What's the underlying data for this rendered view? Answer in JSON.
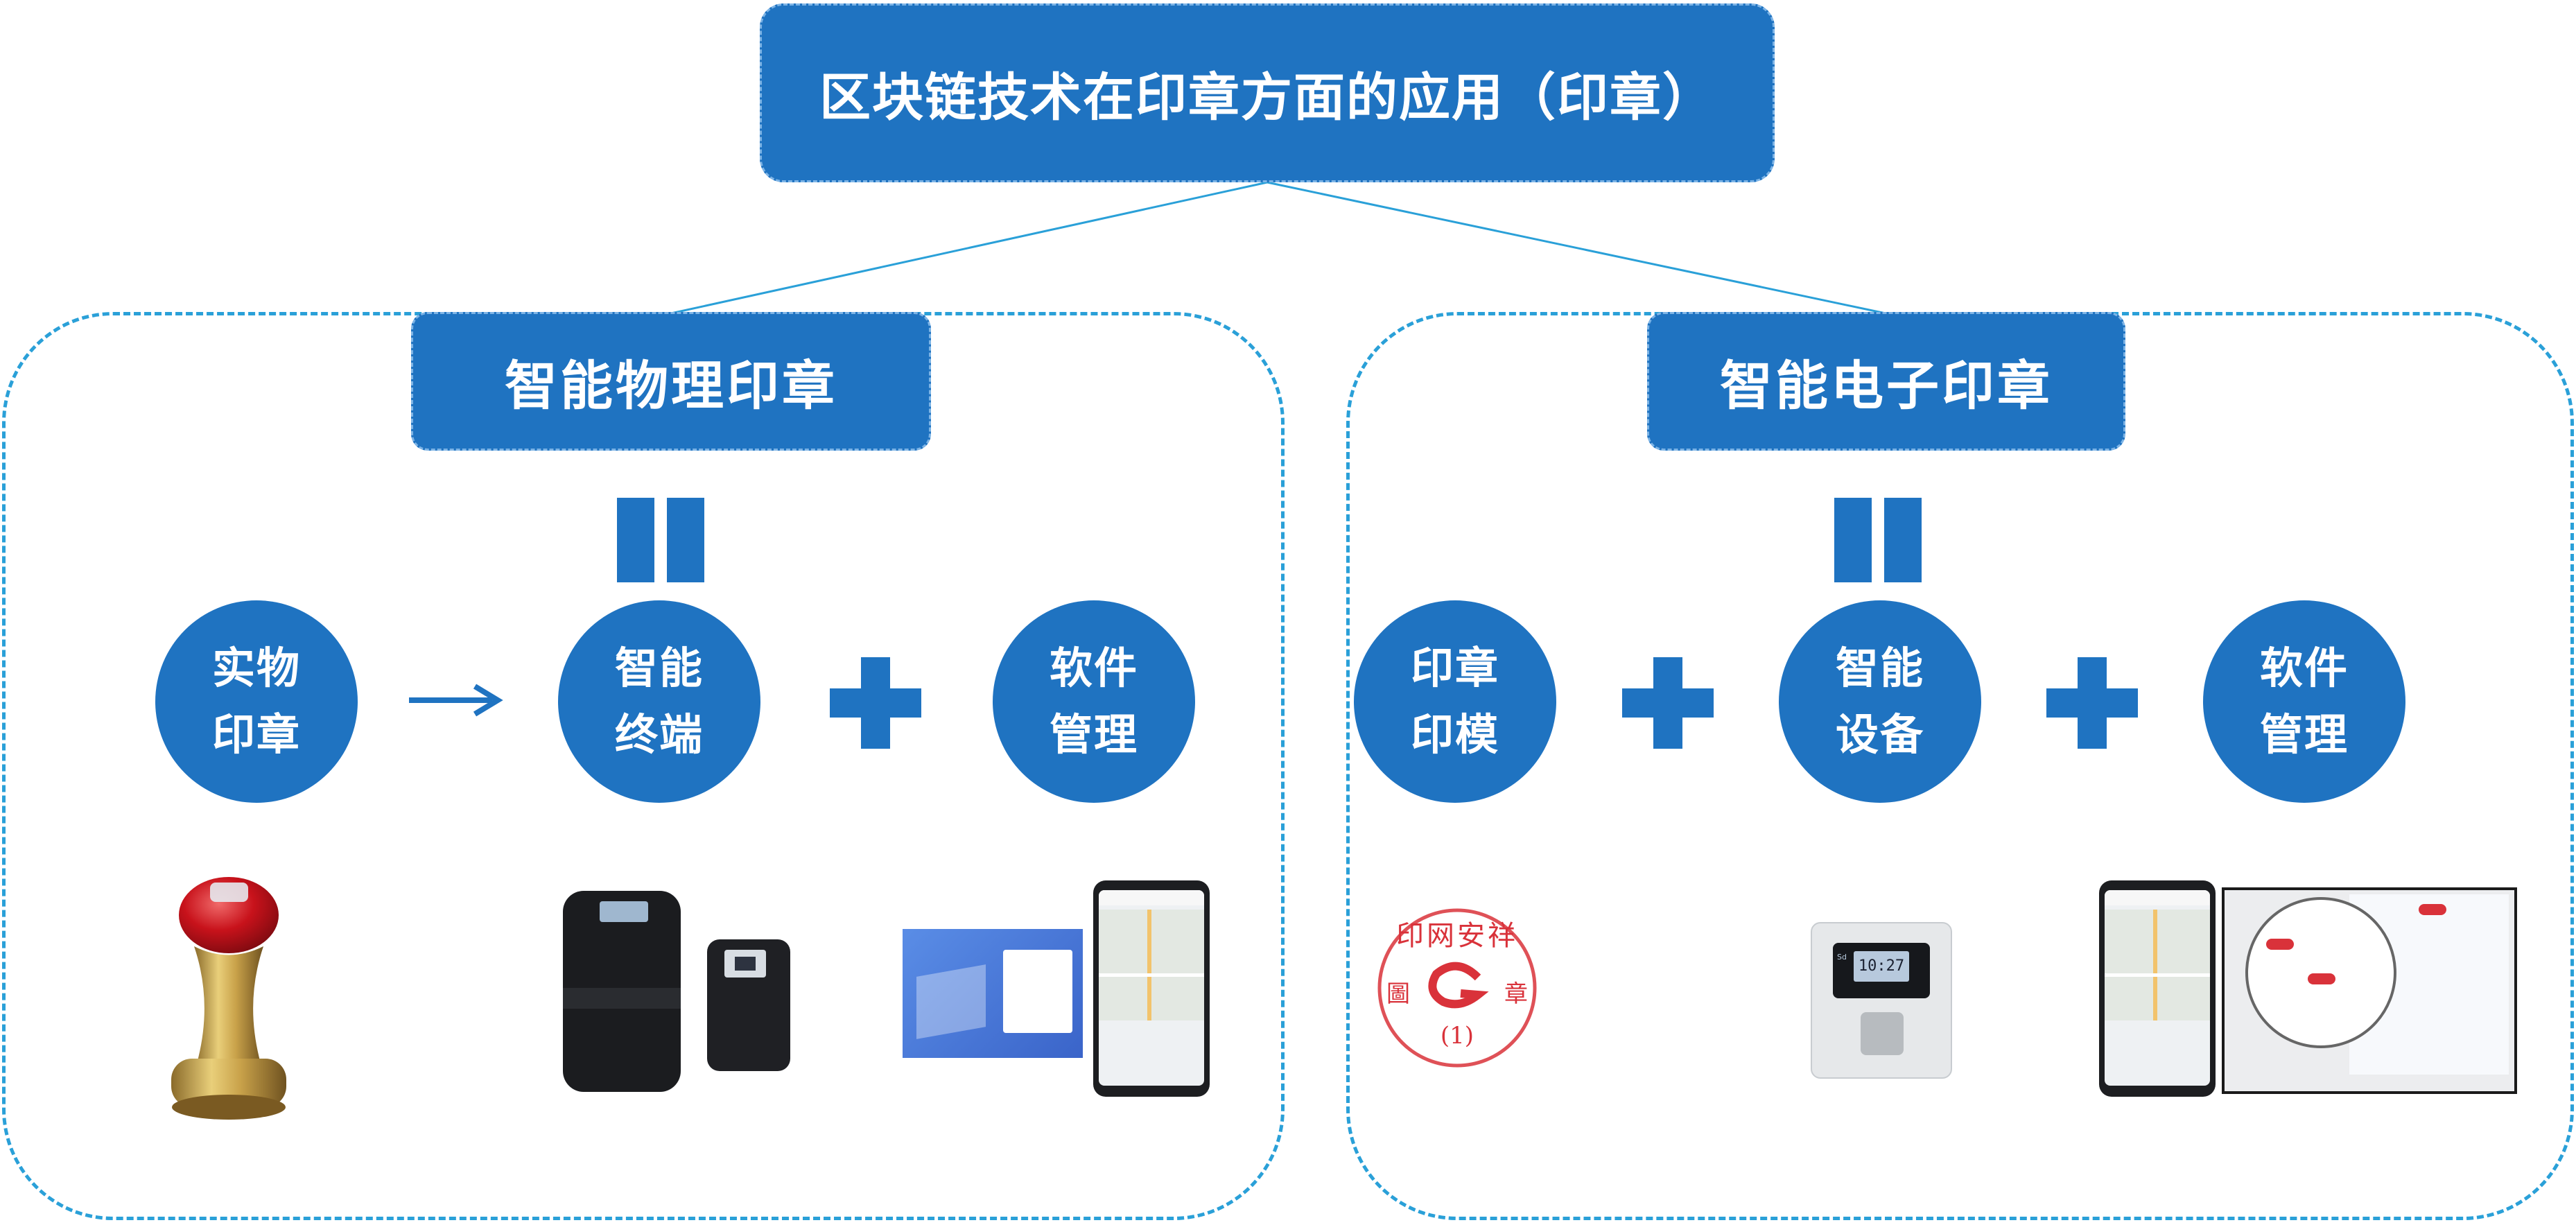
{
  "title": "区块链技术在印章方面的应用（印章）",
  "left_panel": {
    "heading": "智能物理印章",
    "items": [
      {
        "line1": "实物",
        "line2": "印章"
      },
      {
        "line1": "智能",
        "line2": "终端"
      },
      {
        "line1": "软件",
        "line2": "管理"
      }
    ],
    "operators": [
      "arrow",
      "plus"
    ]
  },
  "right_panel": {
    "heading": "智能电子印章",
    "items": [
      {
        "line1": "印章",
        "line2": "印模"
      },
      {
        "line1": "智能",
        "line2": "设备"
      },
      {
        "line1": "软件",
        "line2": "管理"
      }
    ],
    "operators": [
      "plus",
      "plus"
    ]
  },
  "images": {
    "seal_text_top": "印网安祥",
    "seal_text_left": "圖",
    "seal_text_right": "章",
    "seal_number": "(1)",
    "device_screen_time": "10:27",
    "device_screen_label": "Sd"
  },
  "colors": {
    "primary_blue": "#1f73c1",
    "dashed_border": "#2aa0d8",
    "connector_line": "#2aa0d8",
    "seal_red": "#d9323a"
  }
}
